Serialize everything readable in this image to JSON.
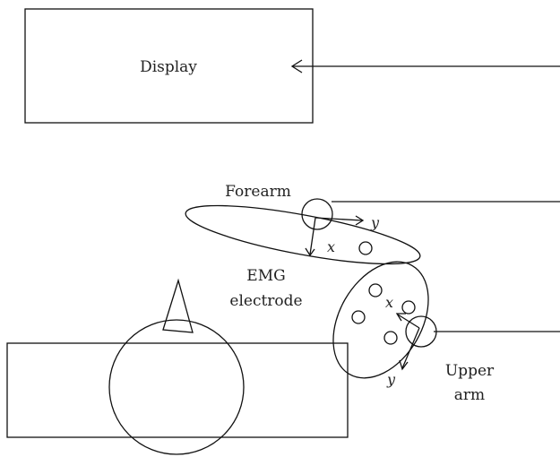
{
  "display": {
    "label": "Display"
  },
  "forearm": {
    "label": "Forearm",
    "axis_x": "x",
    "axis_y": "y"
  },
  "emg": {
    "line1": "EMG",
    "line2": "electrode"
  },
  "upper_arm": {
    "line1": "Upper",
    "line2": "arm",
    "axis_x": "x",
    "axis_y": "y"
  },
  "colors": {
    "stroke": "#111111",
    "text": "#222222",
    "background": "#ffffff"
  }
}
